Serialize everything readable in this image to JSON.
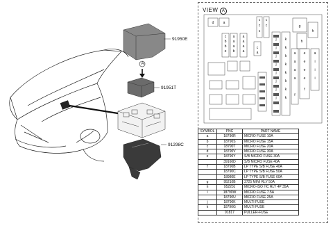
{
  "callouts": {
    "top_cover": "91950E",
    "view_marker": "A",
    "relay_block": "91951T",
    "bracket": "91298C"
  },
  "view": {
    "label": "VIEW",
    "marker": "A"
  },
  "fuse_letters": {
    "row1": [
      "d",
      "a",
      "a",
      "c"
    ],
    "col_c": [
      "c",
      "c",
      "c",
      "c"
    ],
    "left_block": [
      "c",
      "b",
      "b",
      "e",
      "b",
      "b"
    ],
    "left_block_right": [
      "a",
      "a",
      "a",
      "a",
      "a",
      "c"
    ],
    "g": "g",
    "h": [
      "h",
      "h"
    ],
    "mid_col": [
      "j",
      "j",
      "j",
      "j",
      "j",
      "j",
      "j",
      "j",
      "j",
      "j",
      "j",
      "j",
      "j",
      "j"
    ],
    "mid_col2": [
      "k",
      "k",
      "k",
      "k",
      "k",
      "k",
      "k",
      "k",
      "k",
      "k",
      "k",
      "k",
      "k",
      "k"
    ],
    "right_a": [
      "a",
      "a",
      "a",
      "a",
      "a",
      "a"
    ],
    "right_e": [
      "e",
      "e",
      "e",
      "e"
    ],
    "right_i": [
      "i",
      "i",
      "i"
    ],
    "right_f": [
      "f",
      "f"
    ]
  },
  "table": {
    "headers": [
      "SYMBOL",
      "PNC",
      "PART NAME"
    ],
    "rows": [
      {
        "symbol": "a",
        "pnc": "18790R",
        "name": "MICRO FUSE 10A"
      },
      {
        "symbol": "b",
        "pnc": "18790S",
        "name": "MICRO FUSE 15A"
      },
      {
        "symbol": "c",
        "pnc": "18790T",
        "name": "MICRO FUSE 20A"
      },
      {
        "symbol": "d",
        "pnc": "18790V",
        "name": "MICRO FUSE 30A"
      },
      {
        "symbol": "e",
        "pnc": "18790Y",
        "name": "S/B MICRO FUSE 30A"
      },
      {
        "symbol": "",
        "pnc": "39160D",
        "name": "S/B MICRO FUSE 40A"
      },
      {
        "symbol": "f",
        "pnc": "18790B",
        "name": "LP TYPE S/B FUSE 40A"
      },
      {
        "symbol": "",
        "pnc": "18790C",
        "name": "LP TYPE S/B FUSE 50A"
      },
      {
        "symbol": "",
        "pnc": "18980E",
        "name": "LP TYPE S/B FUSE 60A"
      },
      {
        "symbol": "g",
        "pnc": "95210B",
        "name": "3725 MINI RLY 50A"
      },
      {
        "symbol": "h",
        "pnc": "95220J",
        "name": "MICRO-ISO HC RLY 4P 35A"
      },
      {
        "symbol": "i",
        "pnc": "18790W",
        "name": "MICRO FUSE 7.5A"
      },
      {
        "symbol": "",
        "pnc": "18790U",
        "name": "MICRO FUSE 25A"
      },
      {
        "symbol": "j",
        "pnc": "18790K",
        "name": "MULTI FUSE"
      },
      {
        "symbol": "k",
        "pnc": "18790G",
        "name": "MULTI FUSE"
      },
      {
        "symbol": "",
        "pnc": "91817",
        "name": "PULLER-FUSE"
      }
    ]
  }
}
